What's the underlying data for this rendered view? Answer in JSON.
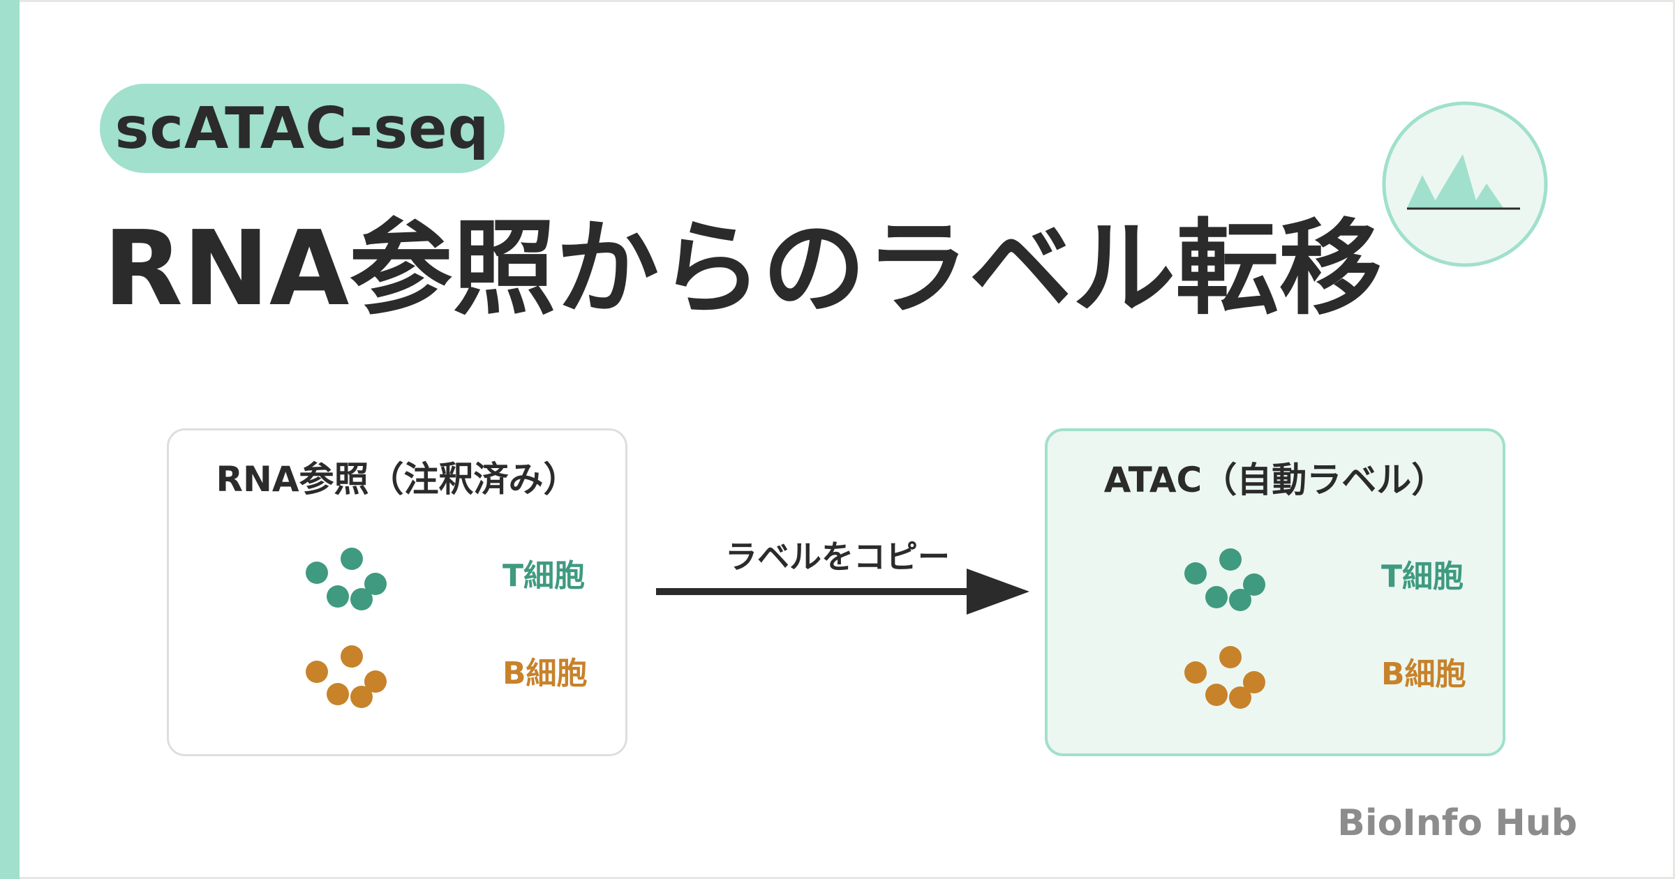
{
  "colors": {
    "accent": "#a0e0cc",
    "accent_light": "#ecf7f2",
    "t_cell": "#3f9a7f",
    "b_cell": "#c7822a",
    "text": "#2b2b2b",
    "brand": "#8c8c8c"
  },
  "tag": "scATAC-seq",
  "title": "RNA参照からのラベル転移",
  "logo_icon": "peaks-icon",
  "left_panel": {
    "title": "RNA参照（注釈済み）",
    "clusters": [
      {
        "label": "T細胞",
        "color_key": "t_cell"
      },
      {
        "label": "B細胞",
        "color_key": "b_cell"
      }
    ]
  },
  "arrow": {
    "label": "ラベルをコピー"
  },
  "right_panel": {
    "title": "ATAC（自動ラベル）",
    "clusters": [
      {
        "label": "T細胞",
        "color_key": "t_cell"
      },
      {
        "label": "B細胞",
        "color_key": "b_cell"
      }
    ]
  },
  "brand": "BioInfo Hub"
}
